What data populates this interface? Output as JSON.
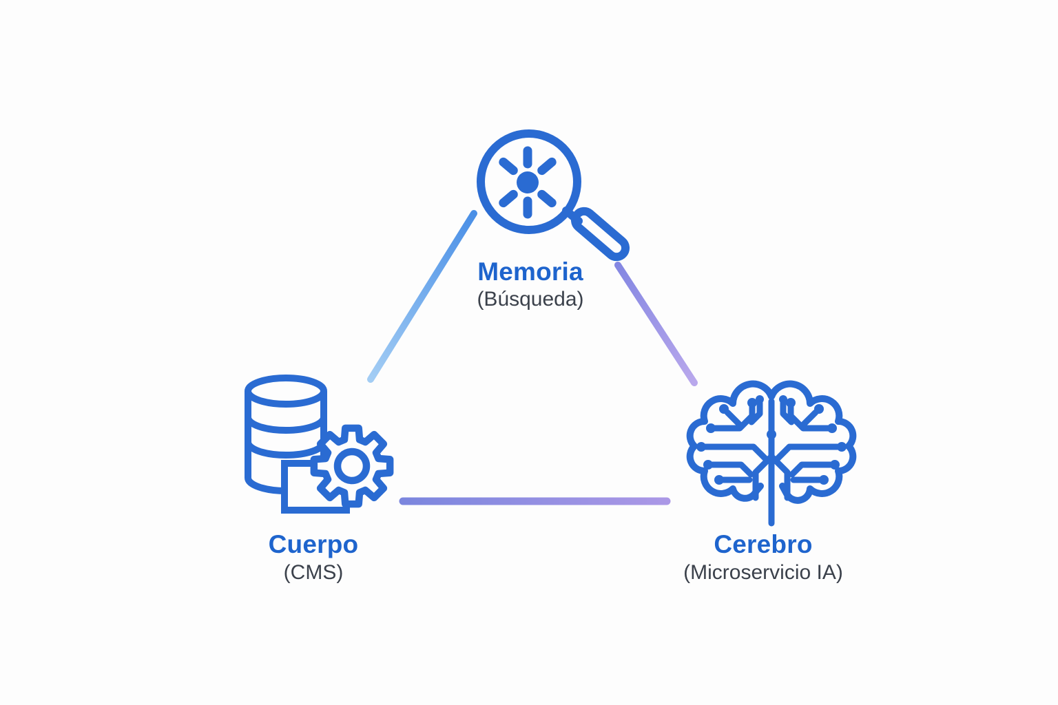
{
  "diagram": {
    "background_color": "#fdfdfd",
    "icon_color": "#2a6bd2",
    "label_color": "#1e64cd",
    "sublabel_color": "#3b414b",
    "nodes": [
      {
        "id": "memoria",
        "label": "Memoria",
        "sublabel": "(Búsqueda)",
        "icon": "magnifier-spark-icon"
      },
      {
        "id": "cuerpo",
        "label": "Cuerpo",
        "sublabel": "(CMS)",
        "icon": "database-gear-icon"
      },
      {
        "id": "cerebro",
        "label": "Cerebro",
        "sublabel": "(Microservicio IA)",
        "icon": "circuit-brain-icon"
      }
    ],
    "connectors": [
      {
        "from": "memoria",
        "to": "cuerpo",
        "gradient_start": "#4a8fe6",
        "gradient_end": "#a3cdf4"
      },
      {
        "from": "memoria",
        "to": "cerebro",
        "gradient_start": "#8487e2",
        "gradient_end": "#b9a8ec"
      },
      {
        "from": "cuerpo",
        "to": "cerebro",
        "gradient_start": "#7b86de",
        "gradient_end": "#ab98e6"
      }
    ]
  }
}
